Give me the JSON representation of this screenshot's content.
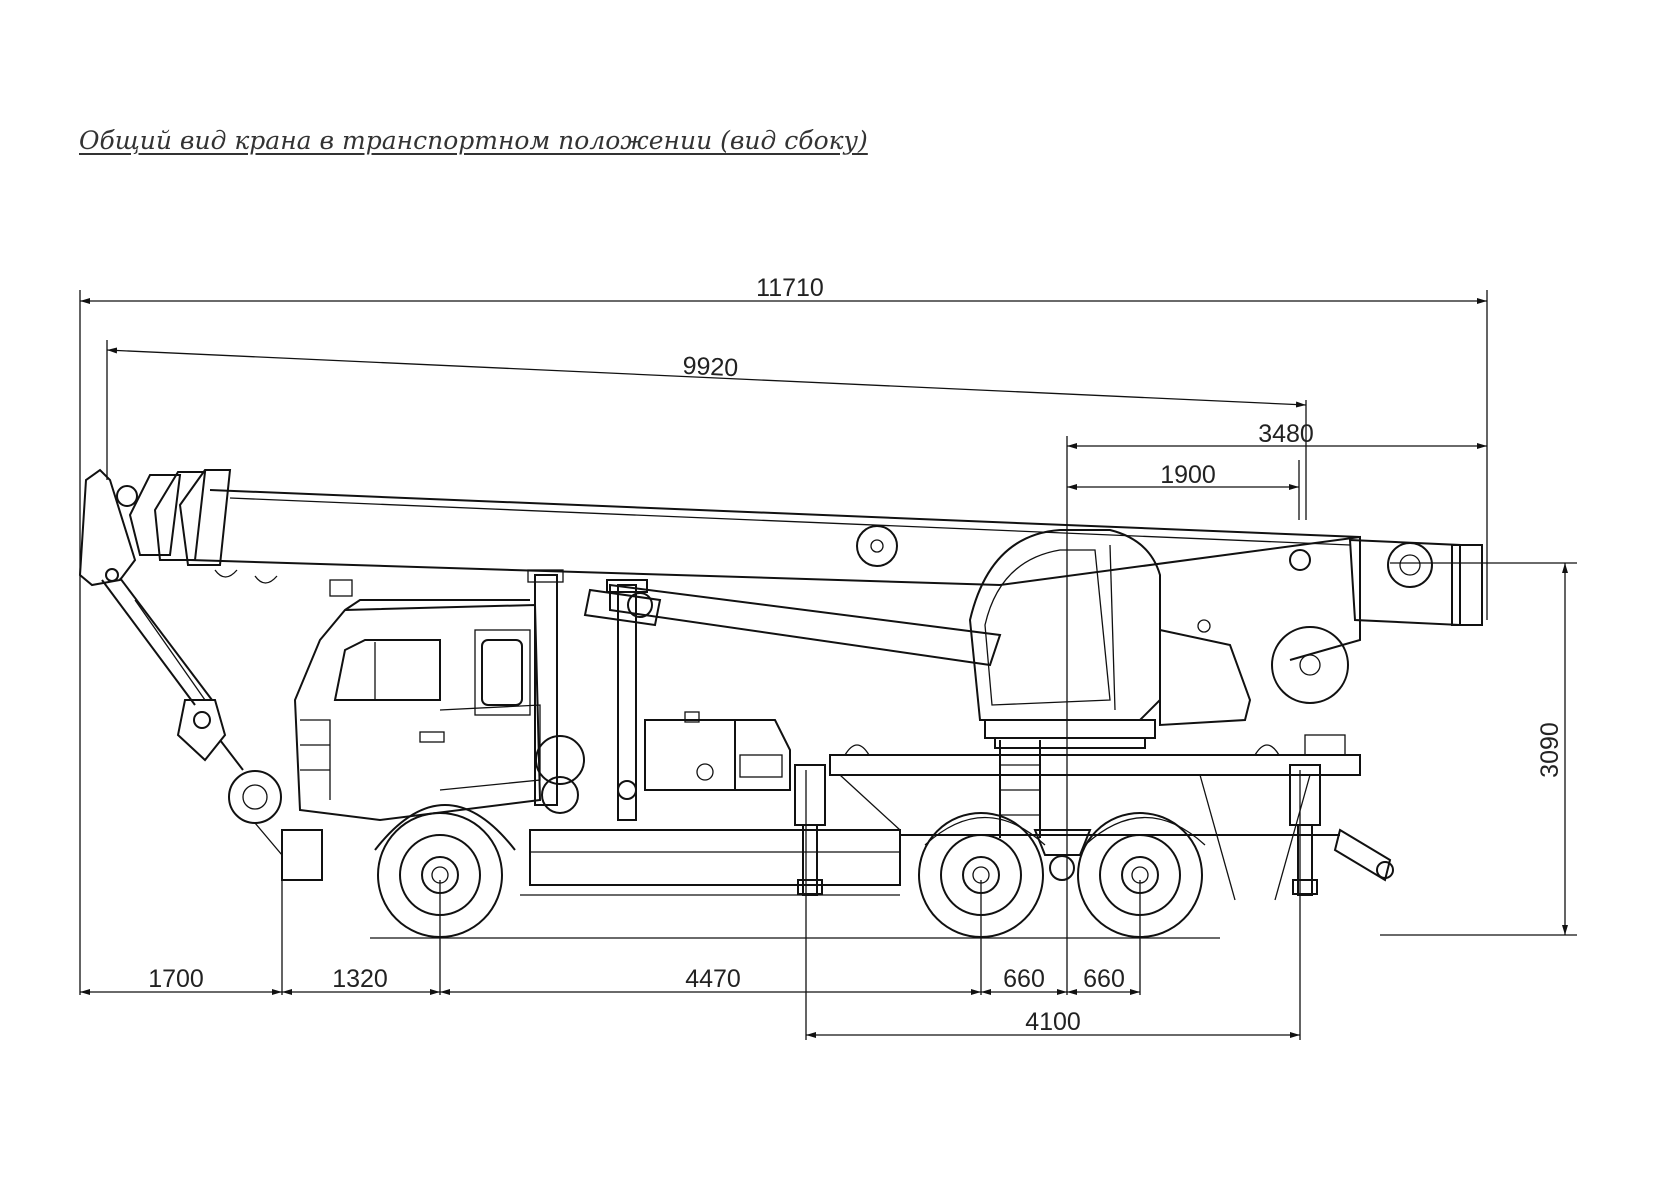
{
  "title": "Общий вид крана в транспортном положении (вид сбоку)",
  "dimensions": {
    "overall_length": "11710",
    "boom_length": "9920",
    "rear_overhang": "3480",
    "turntable_offset": "1900",
    "height": "3090",
    "front_overhang": "1700",
    "cab_to_axle": "1320",
    "wheelbase": "4470",
    "rear_axle_left": "660",
    "rear_axle_right": "660",
    "outrigger_base": "4100"
  },
  "icons": {
    "mobile_crane": "mobile-crane-truck-drawing"
  }
}
